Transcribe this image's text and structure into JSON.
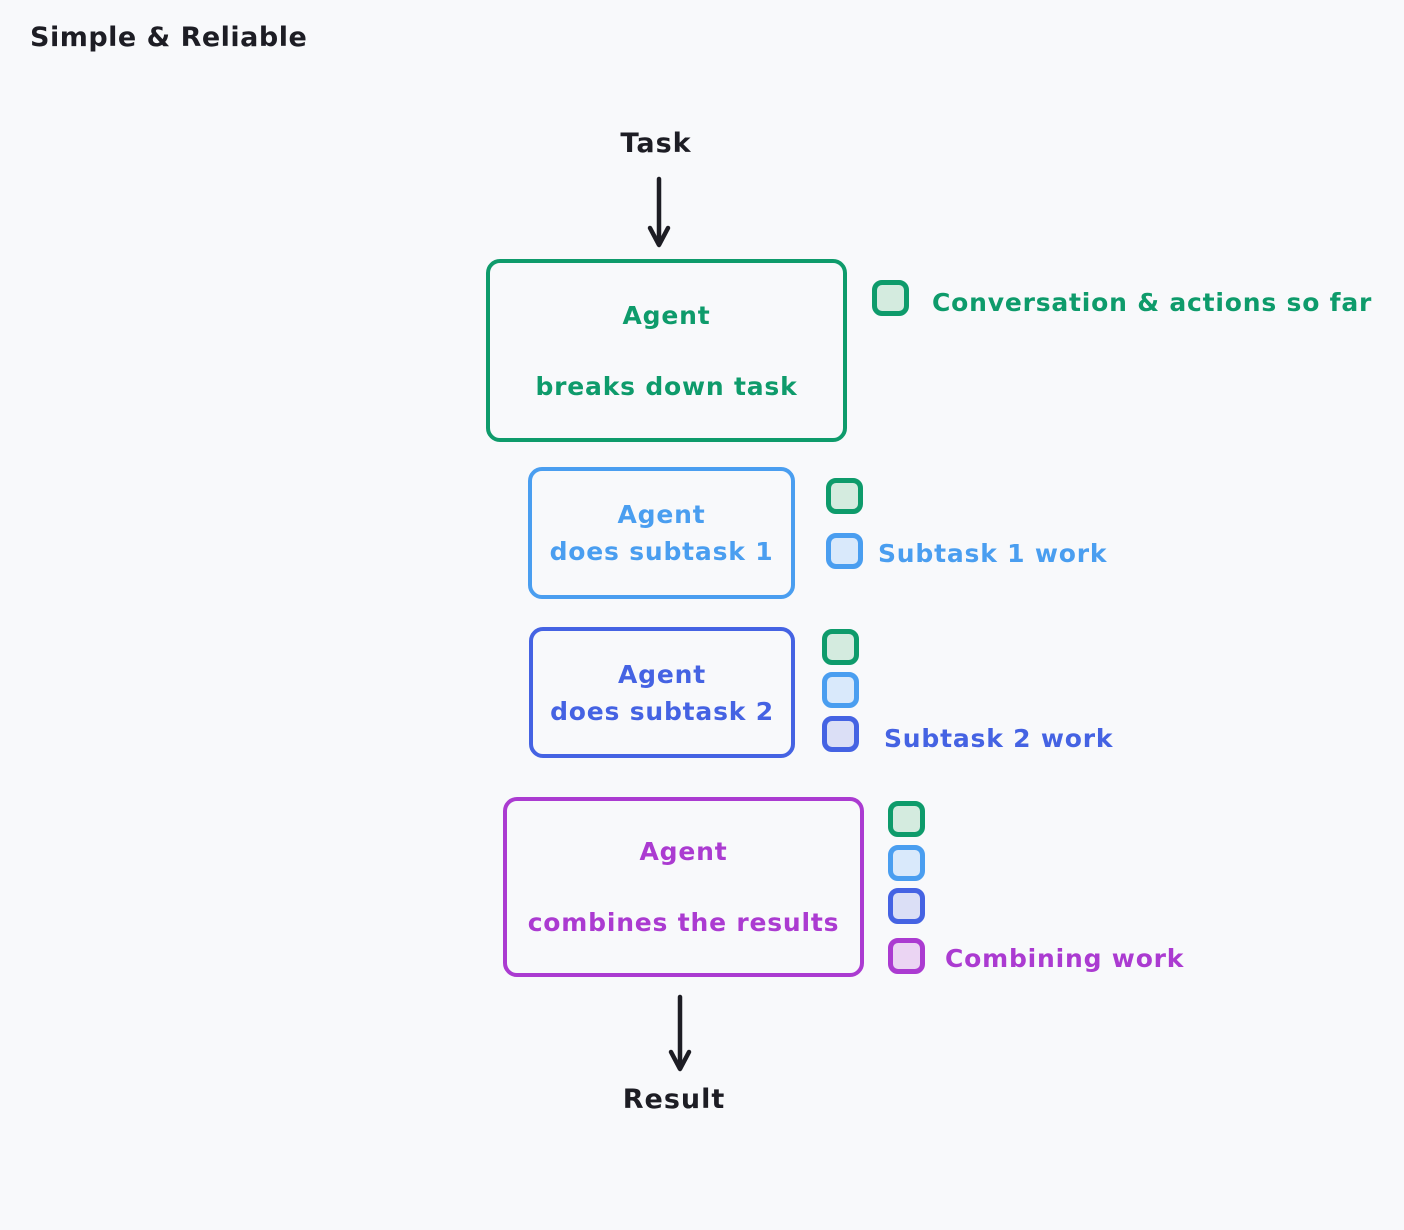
{
  "title": "Simple & Reliable",
  "colors": {
    "bg": "#f8f9fb",
    "ink": "#1d1d24",
    "green": "#0e9b6b",
    "green-fill": "#d4ebdf",
    "blue": "#4a9ef0",
    "blue-fill": "#d9e9fb",
    "indigo": "#4563e3",
    "indigo-fill": "#dbdff6",
    "purple": "#ab3bd1",
    "purple-fill": "#ebd5f3"
  },
  "flow": {
    "input_label": "Task",
    "output_label": "Result",
    "arrow_icons": [
      "arrow-down-icon",
      "arrow-down-icon"
    ]
  },
  "nodes": [
    {
      "id": "breakdown",
      "color": "green",
      "line1": "Agent",
      "line2": "breaks down task"
    },
    {
      "id": "subtask1",
      "color": "blue",
      "line1": "Agent",
      "line2": "does subtask 1"
    },
    {
      "id": "subtask2",
      "color": "indigo",
      "line1": "Agent",
      "line2": "does subtask 2"
    },
    {
      "id": "combine",
      "color": "purple",
      "line1": "Agent",
      "line2": "combines the results"
    }
  ],
  "legends": [
    {
      "label": "Conversation & actions so far",
      "label_color": "green",
      "squares": [
        "green-context-square-icon"
      ]
    },
    {
      "label": "Subtask 1 work",
      "label_color": "blue",
      "squares": [
        "green-context-square-icon",
        "blue-context-square-icon"
      ]
    },
    {
      "label": "Subtask 2 work",
      "label_color": "indigo",
      "squares": [
        "green-context-square-icon",
        "blue-context-square-icon",
        "indigo-context-square-icon"
      ]
    },
    {
      "label": "Combining work",
      "label_color": "purple",
      "squares": [
        "green-context-square-icon",
        "blue-context-square-icon",
        "indigo-context-square-icon",
        "purple-context-square-icon"
      ]
    }
  ]
}
